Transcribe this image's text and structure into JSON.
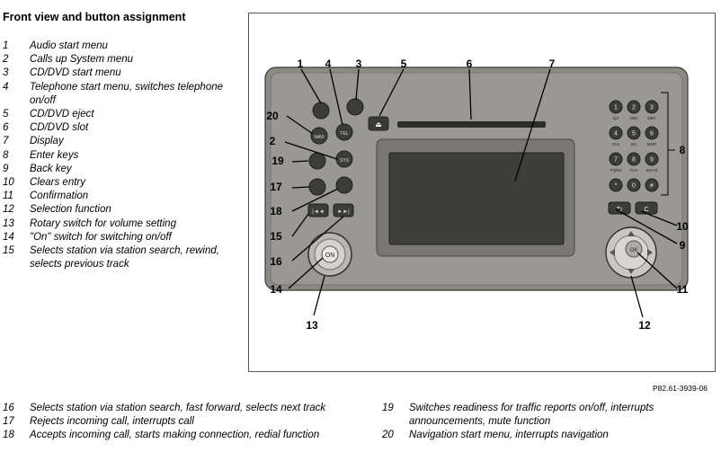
{
  "title": "Front view and button assignment",
  "legend_left": [
    {
      "num": "1",
      "text": "Audio start menu"
    },
    {
      "num": "2",
      "text": "Calls up System menu"
    },
    {
      "num": "3",
      "text": "CD/DVD start menu"
    },
    {
      "num": "4",
      "text": "Telephone start menu, switches telephone on/off"
    },
    {
      "num": "5",
      "text": "CD/DVD eject"
    },
    {
      "num": "6",
      "text": "CD/DVD slot"
    },
    {
      "num": "7",
      "text": "Display"
    },
    {
      "num": "8",
      "text": "Enter keys"
    },
    {
      "num": "9",
      "text": "Back key"
    },
    {
      "num": "10",
      "text": "Clears entry"
    },
    {
      "num": "11",
      "text": "Confirmation"
    },
    {
      "num": "12",
      "text": "Selection function"
    },
    {
      "num": "13",
      "text": "Rotary switch for volume setting"
    },
    {
      "num": "14",
      "text": "\"On\" switch for switching on/off"
    },
    {
      "num": "15",
      "text": "Selects station via station search, rewind, selects previous track"
    }
  ],
  "legend_bottom_left": [
    {
      "num": "16",
      "text": "Selects station via station search, fast forward, selects next track"
    },
    {
      "num": "17",
      "text": "Rejects incoming call, interrupts call"
    },
    {
      "num": "18",
      "text": "Accepts incoming call, starts making connection, redial function"
    }
  ],
  "legend_bottom_right": [
    {
      "num": "19",
      "text": "Switches readiness for traffic reports on/off, interrupts announcements, mute function"
    },
    {
      "num": "20",
      "text": "Navigation start menu, interrupts navigation"
    }
  ],
  "figure": {
    "reference": "P82.61-3939-06",
    "callouts": [
      "1",
      "2",
      "3",
      "4",
      "5",
      "6",
      "7",
      "8",
      "9",
      "10",
      "11",
      "12",
      "13",
      "14",
      "15",
      "16",
      "17",
      "18",
      "19",
      "20"
    ],
    "buttons": {
      "nav": "NAVI",
      "sys": "SYS",
      "tel": "TEL",
      "on": "ON",
      "prev": "|◄◄",
      "next": "►►|"
    },
    "keypad": [
      {
        "digit": "1",
        "letters": "QZ"
      },
      {
        "digit": "2",
        "letters": "ABC"
      },
      {
        "digit": "3",
        "letters": "DEF"
      },
      {
        "digit": "4",
        "letters": "GHI"
      },
      {
        "digit": "5",
        "letters": "JKL"
      },
      {
        "digit": "6",
        "letters": "MNO"
      },
      {
        "digit": "7",
        "letters": "PQRS"
      },
      {
        "digit": "8",
        "letters": "TUV"
      },
      {
        "digit": "9",
        "letters": "WXYZ"
      },
      {
        "digit": "*",
        "letters": ""
      },
      {
        "digit": "0",
        "letters": ""
      },
      {
        "digit": "#",
        "letters": ""
      }
    ]
  }
}
